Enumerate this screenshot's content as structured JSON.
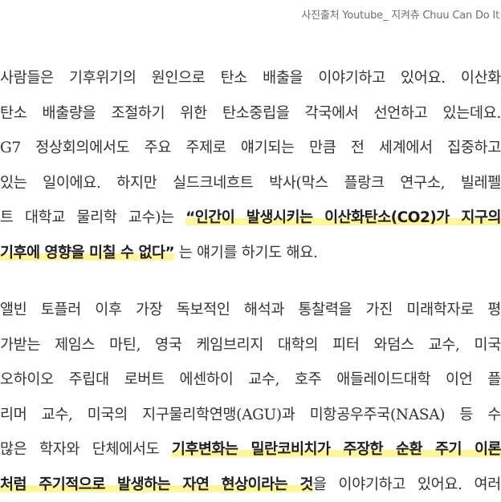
{
  "caption": "사진출처 Youtube_ 지켜츄 Chuu Can Do It",
  "paragraph1": {
    "line1": "사람들은 기후위기의 원인으로 탄소 배출을 이야기하고 있어요. 이산화",
    "line2": "탄소 배출량을 조절하기 위한 탄소중립을 각국에서 선언하고 있는데요.",
    "line3": "G7 정상회의에서도 주요 주제로 얘기되는 만큼 전 세계에서 집중하고",
    "line4": "있는 일이에요. 하지만 실드크네흐트 박사(막스 플랑크 연구소, 빌레펠",
    "line5_plain": "트 대학교 물리학 교수)는 ",
    "line5_highlight": "“인간이 발생시키는 이산화탄소(CO2)가 지구의",
    "line6_highlight": "기후에 영향을 미칠 수 없다”",
    "line6_plain": " 는 얘기를 하기도 해요."
  },
  "paragraph2": {
    "line1": "앨빈 토플러 이후 가장 독보적인 해석과 통찰력을 가진 미래학자로 평",
    "line2": "가받는 제임스 마틴, 영국 케임브리지 대학의 피터 와덤스 교수, 미국",
    "line3": "오하이오 주립대 로버트 에센하이 교수, 호주 애들레이드대학 이언 플",
    "line4": "리머 교수, 미국의 지구물리학연맹(AGU)과 미항공우주국(NASA) 등 수",
    "line5_plain": "많은 학자와 단체에서도 ",
    "line5_highlight": "기후변화는 밀란코비치가 주장한 순환 주기 이론",
    "line6_highlight": "처럼 주기적으로 발생하는 자연 현상이라는 것",
    "line6_plain": "을 이야기하고 있어요. 여러"
  },
  "colors": {
    "text": "#333333",
    "caption": "#6f6f6f",
    "highlight": "#fff59a"
  }
}
